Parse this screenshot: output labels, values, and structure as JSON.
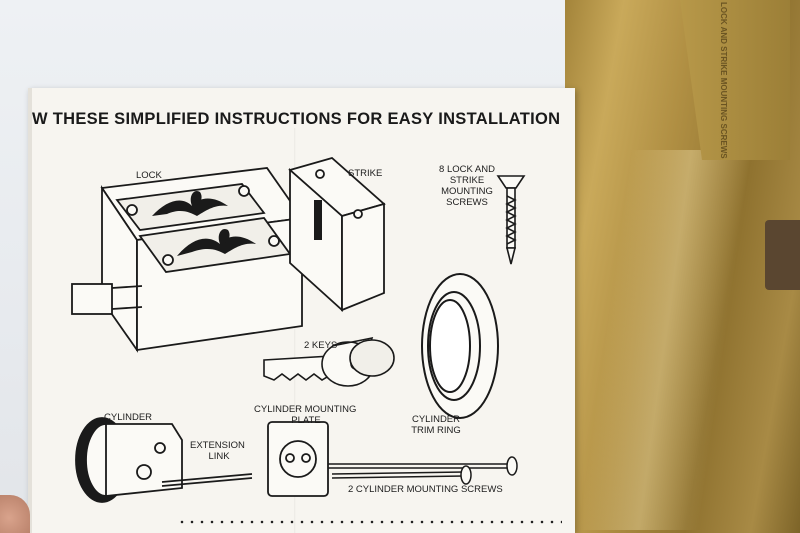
{
  "heading": "W THESE SIMPLIFIED INSTRUCTIONS FOR EASY INSTALLATION",
  "labels": {
    "lock": "LOCK",
    "strike": "STRIKE",
    "screws_line1": "8 LOCK AND",
    "screws_line2": "STRIKE",
    "screws_line3": "MOUNTING",
    "screws_line4": "SCREWS",
    "keys": "2 KEYS",
    "cylinder": "CYLINDER",
    "extension_line1": "EXTENSION",
    "extension_line2": "LINK",
    "mounting_plate_line1": "CYLINDER MOUNTING",
    "mounting_plate_line2": "PLATE",
    "trim_ring_line1": "CYLINDER",
    "trim_ring_line2": "TRIM RING",
    "cylinder_screws": "2 CYLINDER MOUNTING SCREWS"
  },
  "card_text": "LOCK AND STRIKE MOUNTING SCREWS",
  "colors": {
    "paper": "#f7f5f0",
    "ink": "#1a1a1a",
    "gold_card": "#b08f43",
    "background": "#e9ecf0"
  }
}
